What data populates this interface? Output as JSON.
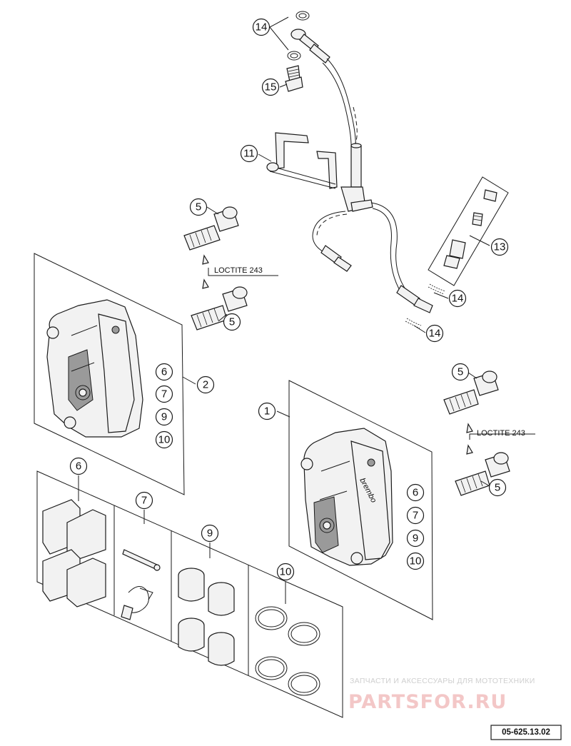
{
  "callouts": {
    "c14a": "14",
    "c15": "15",
    "c11": "11",
    "c13": "13",
    "c5a": "5",
    "c5b": "5",
    "c14b": "14",
    "c14c": "14",
    "c2": "2",
    "c6a": "6",
    "c7a": "7",
    "c9a": "9",
    "c10a": "10",
    "c1": "1",
    "c5c": "5",
    "c5d": "5",
    "c6b": "6",
    "c7b": "7",
    "c9b": "9",
    "c10b": "10",
    "c6c": "6",
    "c7c": "7",
    "c9c": "9",
    "c10c": "10"
  },
  "notes": {
    "loctite_upper": "LOCTITE 243",
    "loctite_lower": "LOCTITE 243"
  },
  "caliper_brand": "brembo",
  "watermark": {
    "line1": "ЗАПЧАСТИ И АКСЕССУАРЫ ДЛЯ МОТОТЕХНИКИ",
    "line2": "PARTSFOR.RU"
  },
  "drawing_number": "05-625.13.02"
}
